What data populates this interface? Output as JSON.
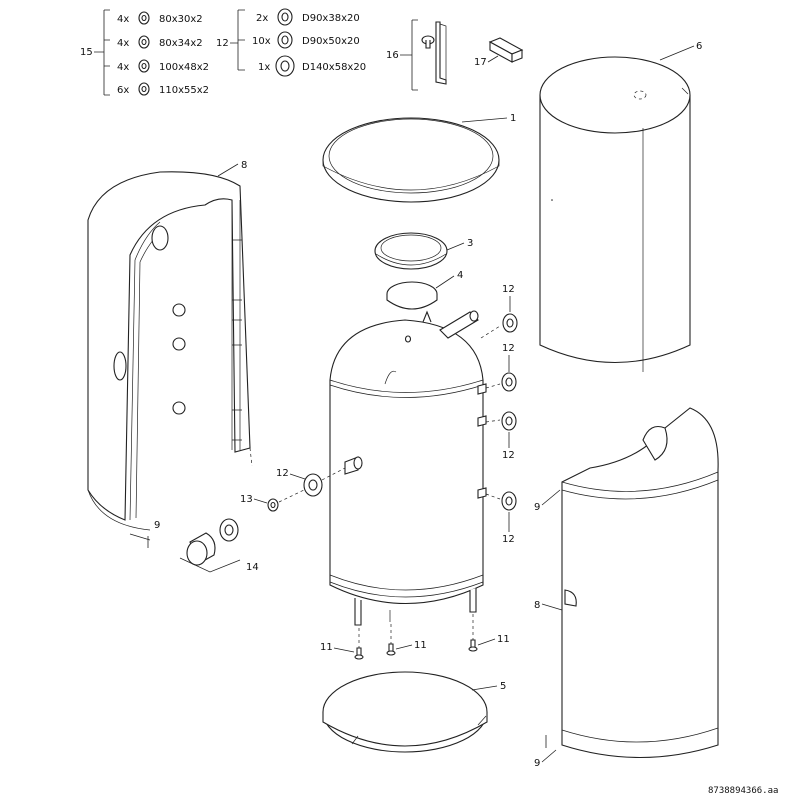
{
  "diagram_id": "8738894366.aa",
  "kit15": {
    "label": "15",
    "items": [
      {
        "qty": "4x",
        "size": "80x30x2"
      },
      {
        "qty": "4x",
        "size": "80x34x2"
      },
      {
        "qty": "4x",
        "size": "100x48x2"
      },
      {
        "qty": "6x",
        "size": "110x55x2"
      }
    ]
  },
  "kit12": {
    "label": "12",
    "items": [
      {
        "qty": "2x",
        "size": "D90x38x20"
      },
      {
        "qty": "10x",
        "size": "D90x50x20"
      },
      {
        "qty": "1x",
        "size": "D140x58x20"
      }
    ]
  },
  "callouts": {
    "p1": "1",
    "p3": "3",
    "p4": "4",
    "p5": "5",
    "p6": "6",
    "p8a": "8",
    "p8b": "8",
    "p9a": "9",
    "p9b": "9",
    "p9c": "9",
    "p11a": "11",
    "p11b": "11",
    "p11c": "11",
    "p12a": "12",
    "p12b": "12",
    "p12c": "12",
    "p12d": "12",
    "p12e": "12",
    "p13": "13",
    "p14": "14",
    "p16": "16",
    "p17": "17"
  }
}
